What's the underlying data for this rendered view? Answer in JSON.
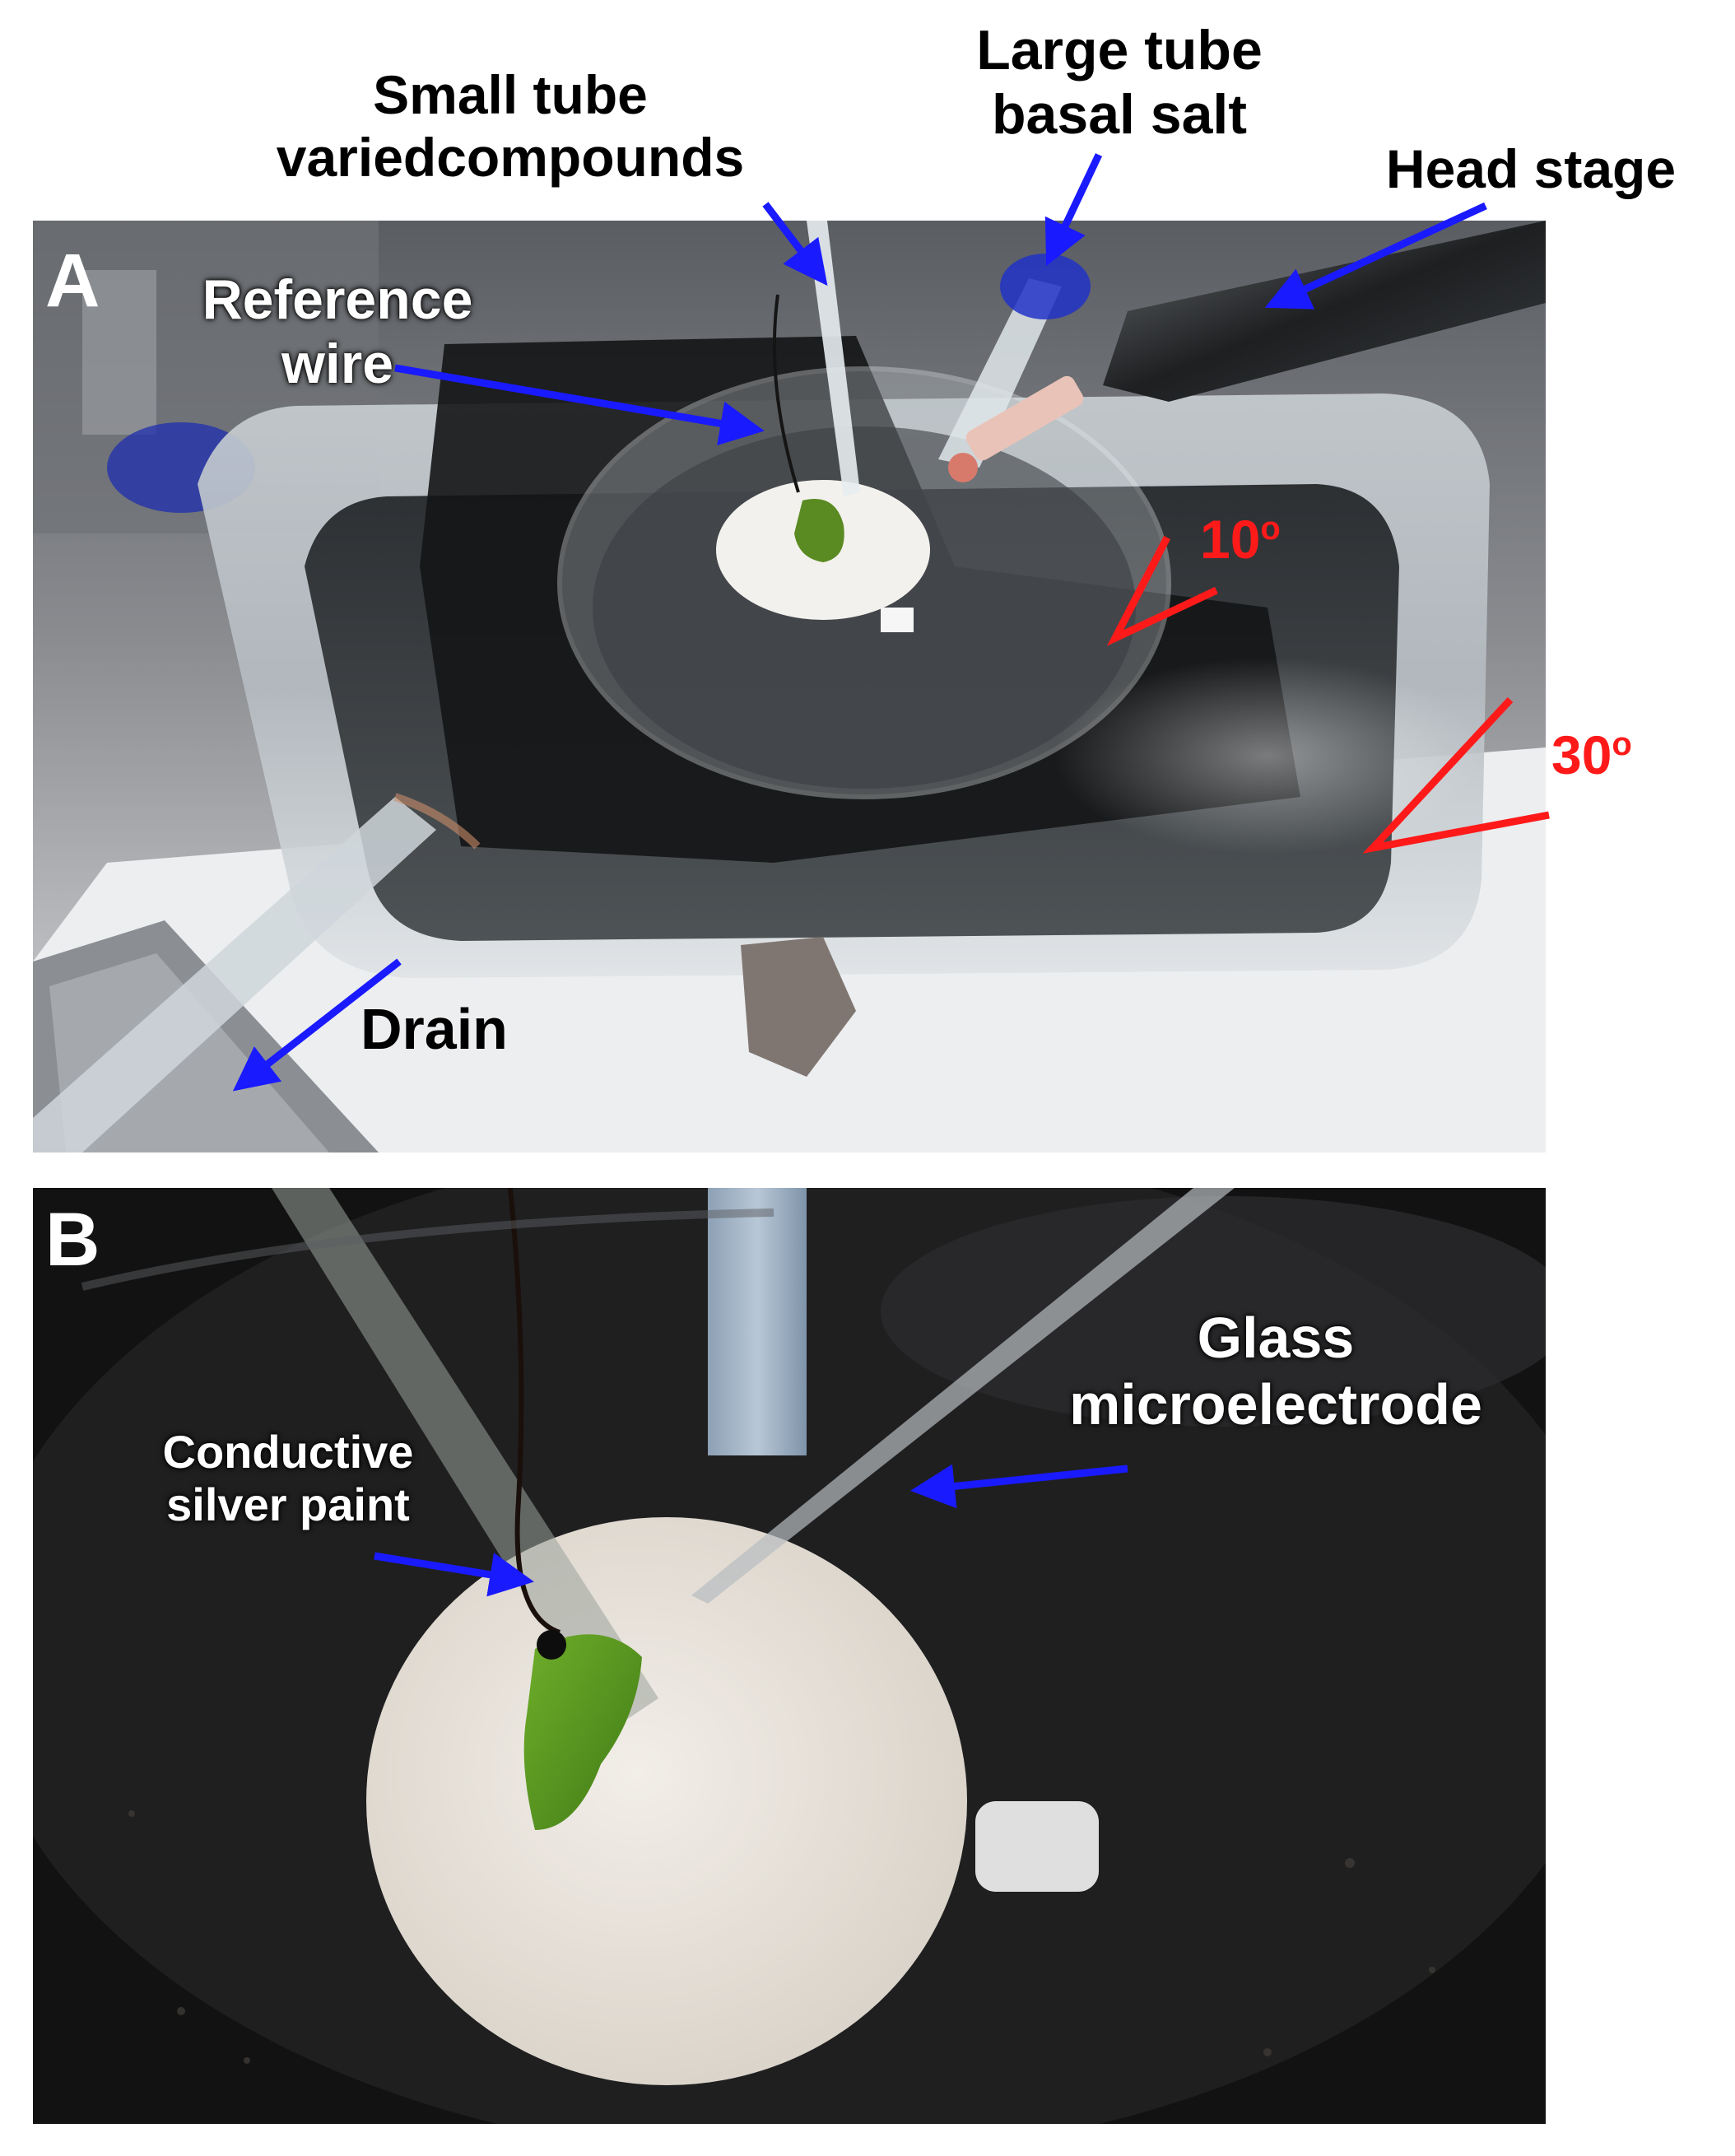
{
  "panel_a": {
    "letter": "A",
    "labels": {
      "small_tube": [
        "Small tube",
        "variedcompounds"
      ],
      "large_tube": [
        "Large tube",
        "basal salt"
      ],
      "head_stage": "Head stage",
      "reference_wire": [
        "Reference",
        "wire"
      ],
      "angle_10": "10",
      "angle_30": "30",
      "degree_mark": "o",
      "drain": "Drain"
    }
  },
  "panel_b": {
    "letter": "B",
    "labels": {
      "glass_microelectrode": [
        "Glass",
        "microelectrode"
      ],
      "conductive_silver_paint": [
        "Conductive",
        "silver paint"
      ]
    }
  },
  "colors": {
    "arrow_blue": "#1a1aff",
    "angle_red": "#ff1a1a",
    "label_black": "#000000",
    "label_white": "#ffffff"
  }
}
